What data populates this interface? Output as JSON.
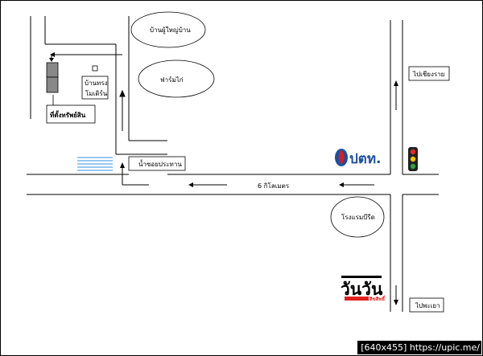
{
  "map": {
    "labels": {
      "village_house": "บ้านผู้ใหญ่บ้าน",
      "farm_house": "ฟาร์มไก่",
      "townhouse_line1": "บ้านทรง",
      "townhouse_line2": "โมเดิร์น",
      "property_location": "ที่ตั้งทรัพย์สิน",
      "canal": "น้ำซอยประทาน",
      "distance": "6 กิโลเมตร",
      "to_north": "ไปเชียงราย",
      "hotel": "โรงแรมบีรีด",
      "to_south": "ไปพะเยา"
    },
    "icons": [
      "ptt-logo",
      "traffic-light-icon",
      "newspaper-logo",
      "store-icon"
    ]
  },
  "logos": {
    "ptt_text": "ปตท.",
    "newspaper_main": "วันวัน",
    "newspaper_sub": "ลิขสิทธิ์"
  },
  "colors": {
    "ptt_blue": "#1b4fa3",
    "ptt_red": "#d21f26",
    "canal_blue": "#5aa6e6",
    "building_gray": "#888888",
    "traffic_red": "#e62a2a",
    "traffic_yellow": "#f2c200",
    "traffic_green": "#2ea043"
  },
  "footer": {
    "text": "[640x455] https://upic.me/"
  }
}
